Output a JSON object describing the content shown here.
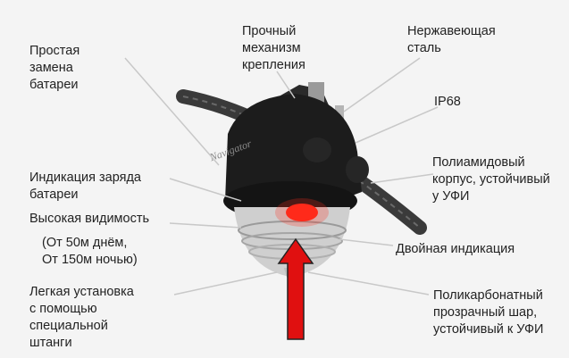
{
  "labels": {
    "battery_replace": "Простая\nзамена\nбатареи",
    "mount": "Прочный\nмеханизм\nкрепления",
    "stainless": "Нержавеющая\nсталь",
    "ip": "IP68",
    "polyamide": "Полиамидовый\nкорпус, устойчивый\nу УФИ",
    "charge": "Индикация заряда\nбатареи",
    "visibility": "Высокая видимость",
    "visibility_range": "(От 50м днём,\nОт 150м ночью)",
    "dual": "Двойная индикация",
    "install": "Легкая установка\nс помощью\nспециальной\nштанги",
    "polycarbonate": "Поликарбонатный\nпрозрачный шар,\nустойчивый к УФИ"
  },
  "device_brand": "Navigator",
  "colors": {
    "arrow": "#e01010",
    "led": "#ff2a1a",
    "body": "#1c1c1c"
  }
}
